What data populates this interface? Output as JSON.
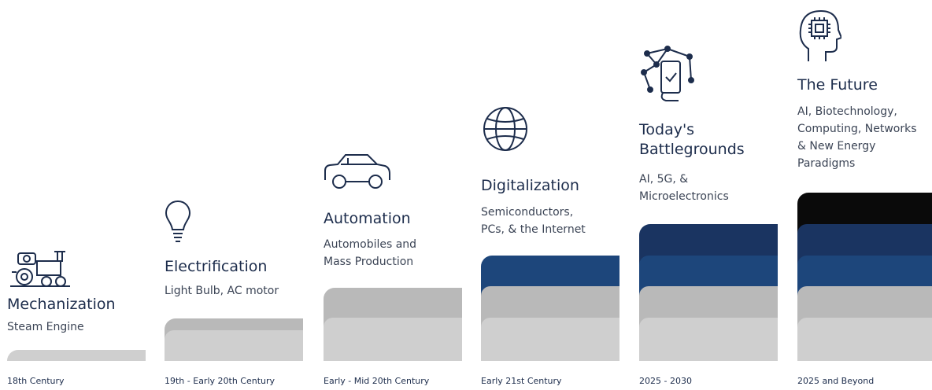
{
  "colors": {
    "light_gray": "#cfcfcf",
    "gray": "#b9b9b9",
    "blue": "#1d467b",
    "navy": "#1a3461",
    "black": "#0a0a0a",
    "text": "#1d2d4c"
  },
  "eras": [
    {
      "icon": "steam-engine-icon",
      "title": "Mechanization",
      "subtitle": "Steam Engine",
      "date": "18th Century"
    },
    {
      "icon": "light-bulb-icon",
      "title": "Electrification",
      "subtitle": "Light Bulb, AC motor",
      "date": "19th - Early 20th Century"
    },
    {
      "icon": "car-icon",
      "title": "Automation",
      "subtitle": "Automobiles and Mass Production",
      "date": "Early - Mid 20th Century"
    },
    {
      "icon": "globe-icon",
      "title": "Digitalization",
      "subtitle": "Semiconductors, PCs, & the Internet",
      "date": "Early 21st Century"
    },
    {
      "icon": "network-phone-icon",
      "title": "Today's Battlegrounds",
      "subtitle": "AI, 5G, & Microelectronics",
      "date": "2025 - 2030"
    },
    {
      "icon": "ai-head-icon",
      "title": "The Future",
      "subtitle": "AI, Biotechnology, Computing, Networks & New Energy Paradigms",
      "date": "2025 and Beyond"
    }
  ]
}
